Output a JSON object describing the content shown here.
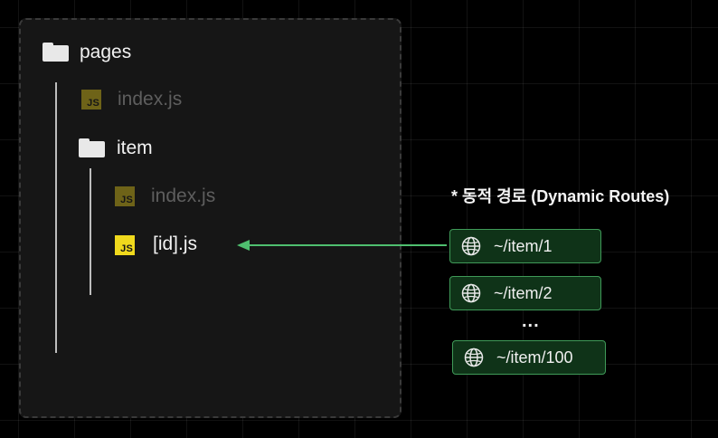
{
  "tree": {
    "root_folder": "pages",
    "root_index": "index.js",
    "sub_folder": "item",
    "sub_index": "index.js",
    "dynamic_file": "[id].js",
    "js_badge": "JS"
  },
  "note": "* 동적 경로 (Dynamic Routes)",
  "routes": [
    "~/item/1",
    "~/item/2",
    "~/item/100"
  ],
  "ellipsis": "...",
  "colors": {
    "accent_green": "#4fbf6f",
    "js_yellow": "#f0d91d",
    "route_bg": "#0f3318"
  },
  "icons": [
    "folder-icon",
    "js-file-icon",
    "globe-icon",
    "arrow-left"
  ]
}
